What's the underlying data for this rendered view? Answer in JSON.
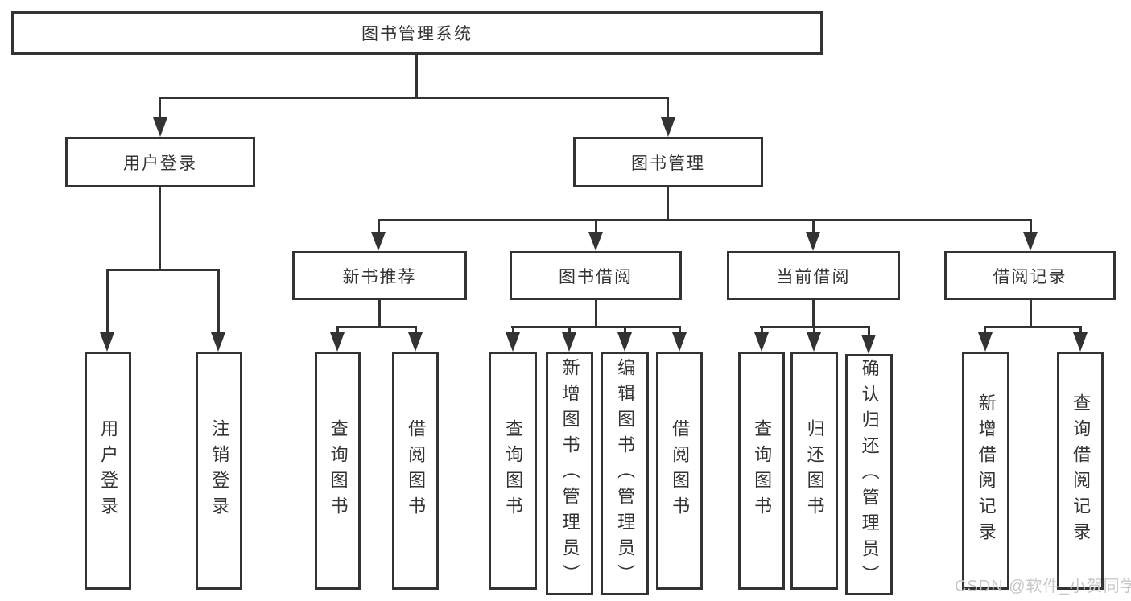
{
  "tree": {
    "root": {
      "label": "图书管理系统",
      "children": [
        {
          "label": "用户登录",
          "children": [
            {
              "label": "用户登录"
            },
            {
              "label": "注销登录"
            }
          ]
        },
        {
          "label": "图书管理",
          "children": [
            {
              "label": "新书推荐",
              "children": [
                {
                  "label": "查询图书"
                },
                {
                  "label": "借阅图书"
                }
              ]
            },
            {
              "label": "图书借阅",
              "children": [
                {
                  "label": "查询图书"
                },
                {
                  "label": "新增图书（管理员）"
                },
                {
                  "label": "编辑图书（管理员）"
                },
                {
                  "label": "借阅图书"
                }
              ]
            },
            {
              "label": "当前借阅",
              "children": [
                {
                  "label": "查询图书"
                },
                {
                  "label": "归还图书"
                },
                {
                  "label": "确认归还（管理员）"
                }
              ]
            },
            {
              "label": "借阅记录",
              "children": [
                {
                  "label": "新增借阅记录"
                },
                {
                  "label": "查询借阅记录"
                }
              ]
            }
          ]
        }
      ]
    }
  },
  "watermark": {
    "text": "CSDN @软件_小贺同学"
  },
  "colors": {
    "line": "#333333",
    "text": "#333333",
    "box_background": "#ffffff",
    "watermark": "#c8c8c8",
    "page_background": "#ffffff"
  }
}
